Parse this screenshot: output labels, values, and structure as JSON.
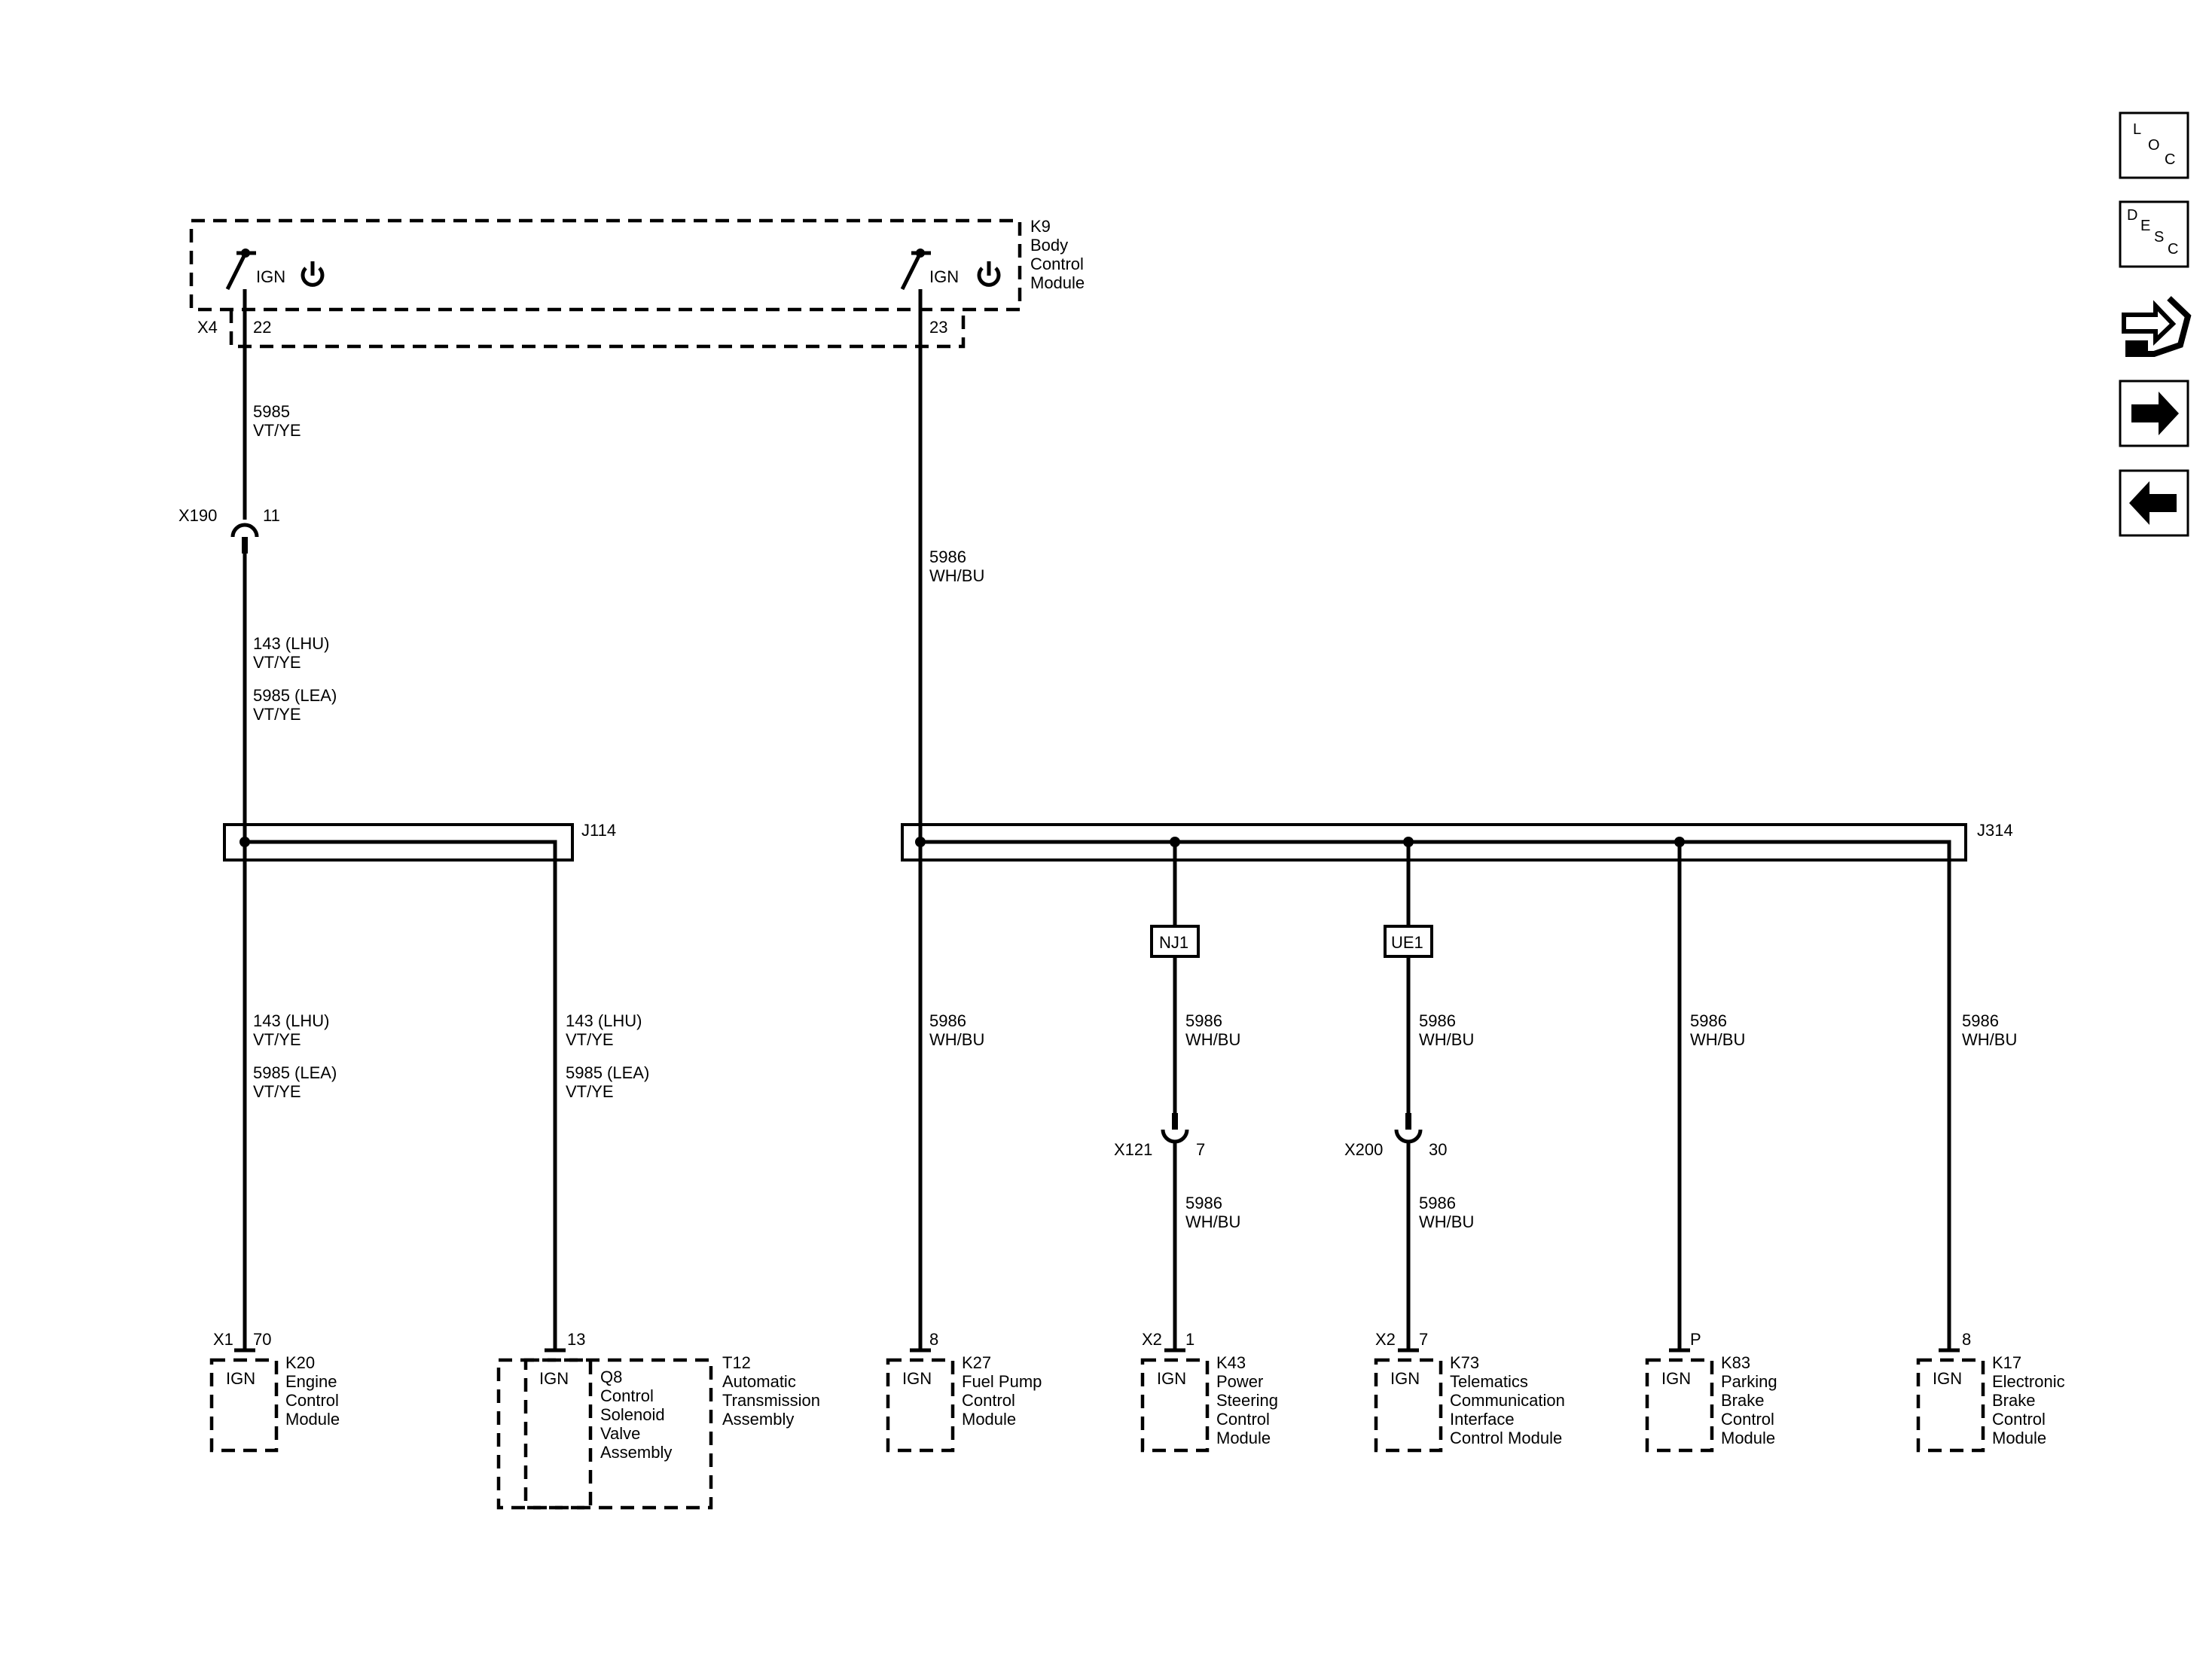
{
  "modules": {
    "k9": {
      "id": "K9",
      "name": [
        "Body",
        "Control",
        "Module"
      ],
      "ign": "IGN",
      "connector": "X4",
      "pin_a": "22",
      "pin_b": "23"
    },
    "k20": {
      "connector": "X1",
      "pin": "70",
      "ign": "IGN",
      "id": "K20",
      "name": [
        "Engine",
        "Control",
        "Module"
      ]
    },
    "q8": {
      "pin": "13",
      "ign": "IGN",
      "id": "Q8",
      "name": [
        "Control",
        "Solenoid",
        "Valve",
        "Assembly"
      ]
    },
    "t12": {
      "id": "T12",
      "name": [
        "Automatic",
        "Transmission",
        "Assembly"
      ]
    },
    "k27": {
      "pin": "8",
      "ign": "IGN",
      "id": "K27",
      "name": [
        "Fuel Pump",
        "Control",
        "Module"
      ]
    },
    "k43": {
      "connector": "X2",
      "pin": "1",
      "ign": "IGN",
      "id": "K43",
      "name": [
        "Power",
        "Steering",
        "Control",
        "Module"
      ]
    },
    "k73": {
      "connector": "X2",
      "pin": "7",
      "ign": "IGN",
      "id": "K73",
      "name": [
        "Telematics",
        "Communication",
        "Interface",
        "Control Module"
      ]
    },
    "k83": {
      "pin": "P",
      "ign": "IGN",
      "id": "K83",
      "name": [
        "Parking",
        "Brake",
        "Control",
        "Module"
      ]
    },
    "k17": {
      "pin": "8",
      "ign": "IGN",
      "id": "K17",
      "name": [
        "Electronic",
        "Brake",
        "Control",
        "Module"
      ]
    }
  },
  "connectors": {
    "x190": {
      "id": "X190",
      "pin": "11"
    },
    "x121": {
      "id": "X121",
      "pin": "7"
    },
    "x200": {
      "id": "X200",
      "pin": "30"
    }
  },
  "splices": {
    "j114": "J114",
    "j314": "J314"
  },
  "options": {
    "nj1": "NJ1",
    "ue1": "UE1"
  },
  "wires": {
    "w5985": [
      "5985",
      "VT/YE"
    ],
    "w143_lhu": [
      "143 (LHU)",
      "VT/YE"
    ],
    "w5985_lea": [
      "5985 (LEA)",
      "VT/YE"
    ],
    "w5986": [
      "5986",
      "WH/BU"
    ]
  },
  "side_buttons": {
    "loc": [
      "L",
      "O",
      "C"
    ],
    "desc": [
      "D",
      "E",
      "S",
      "C"
    ],
    "icons": [
      "connector-icon",
      "arrow-right-icon",
      "arrow-left-icon"
    ]
  }
}
